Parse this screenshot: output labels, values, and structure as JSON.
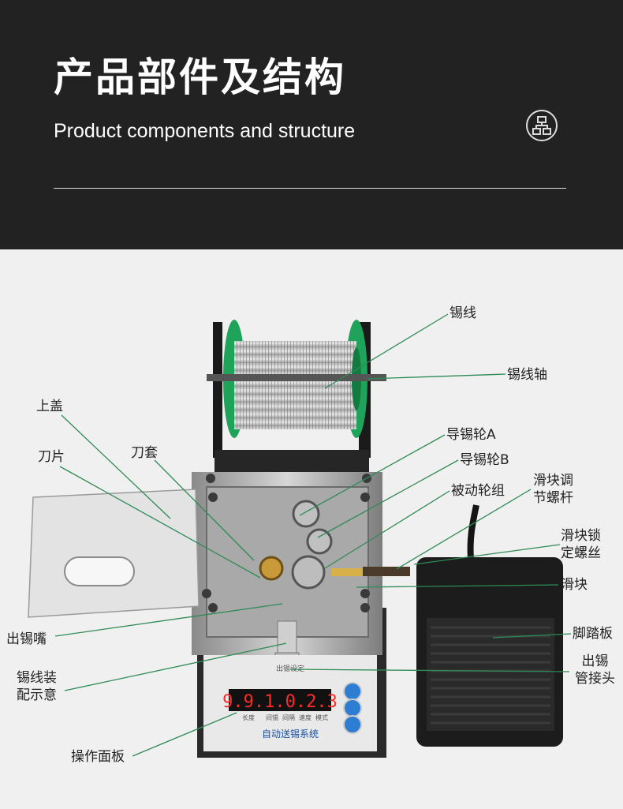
{
  "header": {
    "title_cn": "产品部件及结构",
    "title_en": "Product components and structure",
    "icon": "sitemap-icon"
  },
  "labels": {
    "solder_wire": "锡线",
    "wire_shaft": "锡线轴",
    "top_cover": "上盖",
    "blade": "刀片",
    "blade_sleeve": "刀套",
    "guide_wheel_a": "导锡轮A",
    "guide_wheel_b": "导锡轮B",
    "passive_wheel": "被动轮组",
    "slider_adjust_1": "滑块调",
    "slider_adjust_2": "节螺杆",
    "slider_lock_1": "滑块锁",
    "slider_lock_2": "定螺丝",
    "slider": "滑块",
    "nozzle": "出锡嘴",
    "pedal": "脚踏板",
    "outlet_1": "出锡",
    "outlet_2": "管接头",
    "assembly_1": "锡线装",
    "assembly_2": "配示意",
    "panel": "操作面板"
  },
  "device_panel": {
    "top_label": "出锡设定",
    "display": "9.9.1.0.2.3",
    "keys": [
      "长度",
      "间锡",
      "间隔",
      "速度",
      "模式"
    ],
    "brand": "自动送锡系统"
  },
  "colors": {
    "header_bg": "#222222",
    "leader_line": "#2e8b57",
    "spool_green": "#1fa35a",
    "display_red": "#ff2a2a"
  }
}
